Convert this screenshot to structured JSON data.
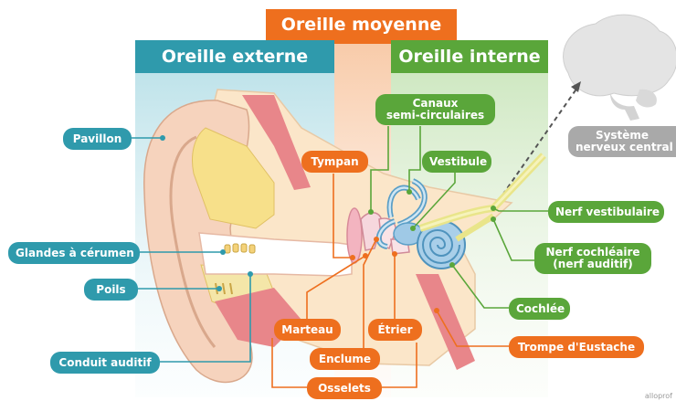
{
  "headers": {
    "middle": "Oreille moyenne",
    "outer": "Oreille externe",
    "inner": "Oreille interne"
  },
  "labels": {
    "pavillon": "Pavillon",
    "glandes": "Glandes à cérumen",
    "poils": "Poils",
    "conduit": "Conduit auditif",
    "tympan": "Tympan",
    "canaux_l1": "Canaux",
    "canaux_l2": "semi-circulaires",
    "vestibule": "Vestibule",
    "nerf_vestibulaire": "Nerf vestibulaire",
    "nerf_cochleaire_l1": "Nerf cochléaire",
    "nerf_cochleaire_l2": "(nerf auditif)",
    "cochlee": "Cochlée",
    "marteau": "Marteau",
    "etrier": "Étrier",
    "enclume": "Enclume",
    "trompe": "Trompe d'Eustache",
    "osselets": "Osselets",
    "systeme_l1": "Système",
    "systeme_l2": "nerveux central"
  },
  "credit": "alloprof",
  "colors": {
    "outer": "#2f9aac",
    "middle": "#ee6f1e",
    "inner": "#5aa63a",
    "central": "#a9a9a9"
  }
}
